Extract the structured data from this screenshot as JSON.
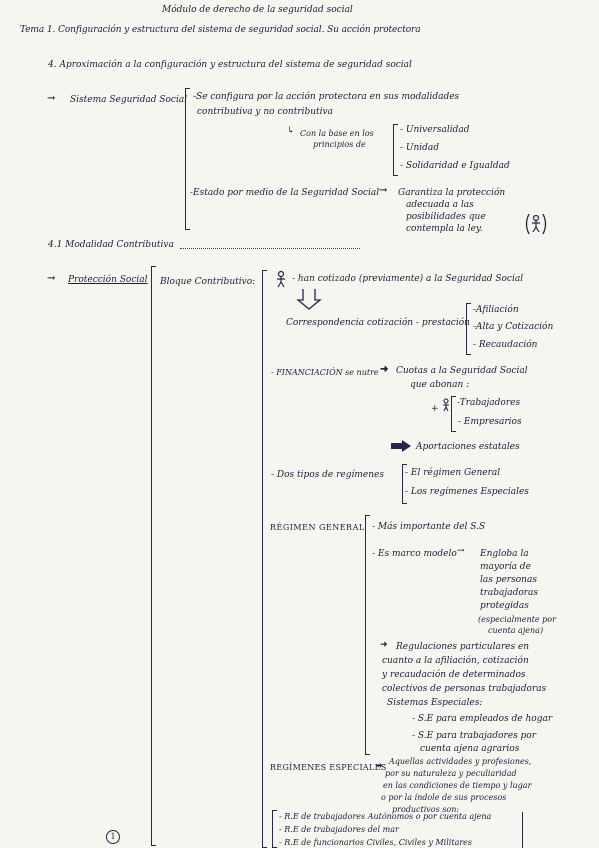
{
  "header": {
    "title": "Módulo de derecho de la seguridad social",
    "tema": "Tema 1. Configuración y estructura del sistema de seguridad social. Su acción protectora"
  },
  "section4": {
    "heading": "4. Aproximación a la configuración y estructura del sistema de seguridad social",
    "sistema_label": "Sistema Seguridad Social",
    "config_line1": "-Se configura por la acción protectora en sus modalidades",
    "config_line2": "contributiva y no contributiva",
    "base_line1": "Con la base en los",
    "base_line2": "principios de",
    "principles": [
      "- Universalidad",
      "- Unidad",
      "- Solidaridad e Igualdad"
    ],
    "estado_line": "-Estado por medio de la Seguridad Social",
    "garantiza": [
      "Garantiza la protección",
      "adecuada a las",
      "posibilidades que",
      "contempla la ley."
    ]
  },
  "section41": {
    "heading": "4.1 Modalidad Contributiva",
    "proteccion_label": "Protección Social",
    "bloque_label": "Bloque Contributivo:",
    "cotizado": "- han cotizado (previamente) a la Seguridad Social",
    "correspondencia": "Correspondencia cotización - prestación",
    "corr_items": [
      "-Afiliación",
      "-Alta y Cotización",
      "- Recaudación"
    ],
    "financiacion": "- FINANCIACIÓN se nutre",
    "cuotas_line1": "Cuotas a la Seguridad Social",
    "cuotas_line2": "que abonan :",
    "cuotas_items": [
      "-Trabajadores",
      "- Empresarios"
    ],
    "aportaciones": "Aportaciones estatales",
    "dos_tipos": "- Dos tipos de regímenes",
    "regimenes": [
      "- El régimen General",
      "- Los regímenes Especiales"
    ],
    "regimen_general": "RÉGIMEN GENERAL",
    "rg_items": [
      "- Más importante del S.S",
      "- Es marco modelo"
    ],
    "engloba": [
      "Engloba la",
      "mayoría de",
      "las personas",
      "trabajadoras",
      "protegidas",
      "(especialmente por",
      "cuenta ajena)"
    ],
    "regulaciones": [
      "Regulaciones particulares en",
      "cuanto a la afiliación, cotización",
      "y recaudación de determinados",
      "colectivos de personas trabajadoras"
    ],
    "sistemas_especiales": "Sistemas Especiales:",
    "se_items": [
      "- S.E para empleados de hogar",
      "- S.E para trabajadores por",
      "cuenta ajena agrarios"
    ],
    "regimenes_especiales": "REGÍMENES ESPECIALES",
    "re_desc": [
      "Aquellas actividades y profesiones,",
      "por su naturaleza y peculiaridad",
      "en las condiciones de tiempo y lugar",
      "o por la índole de sus procesos",
      "productivos son:"
    ],
    "re_items": [
      "- R.E de trabajadores Autónomos o por cuenta ajena",
      "- R.E de trabajadores del mar",
      "- R.E de funcionarios Civiles, Civiles y Militares"
    ]
  },
  "footer": {
    "page_number": "1"
  },
  "icons": [
    "arrow-right-icon",
    "person-icon",
    "down-arrow-icon",
    "thick-arrow-icon"
  ]
}
